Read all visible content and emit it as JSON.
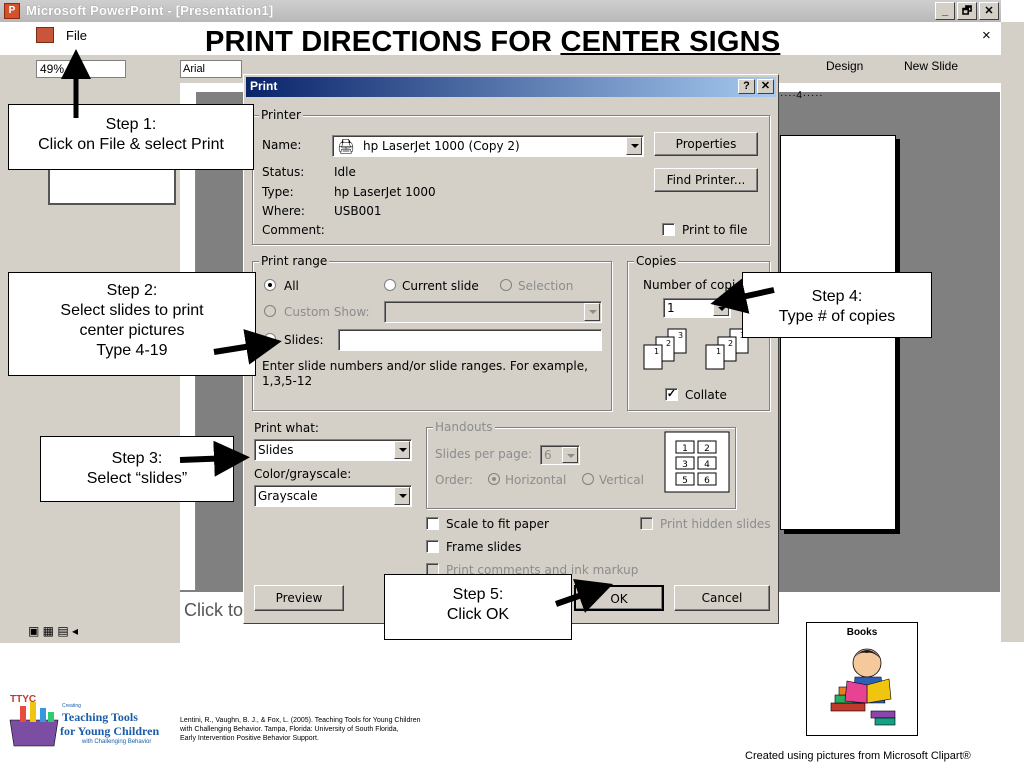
{
  "window": {
    "title": "Microsoft PowerPoint - [Presentation1]",
    "min": "_",
    "restore": "🗗",
    "close": "✕"
  },
  "menu": {
    "file": "File",
    "close": "×"
  },
  "toolbar": {
    "zoom": "49%",
    "font": "Arial",
    "design": "Design",
    "new_slide": "New Slide"
  },
  "headline": {
    "part1": "PRINT DIRECTIONS FOR ",
    "part2": "CENTER SIGNS"
  },
  "notes_placeholder": "Click to",
  "ruler_h": "· · · · 4 · · · · ·",
  "dialog": {
    "title": "Print",
    "help": "?",
    "close": "✕",
    "printer_group": "Printer",
    "name_label": "Name:",
    "name_value": "hp LaserJet 1000 (Copy 2)",
    "status_label": "Status:",
    "status_value": "Idle",
    "type_label": "Type:",
    "type_value": "hp LaserJet 1000",
    "where_label": "Where:",
    "where_value": "USB001",
    "comment_label": "Comment:",
    "properties": "Properties",
    "find_printer": "Find Printer...",
    "print_to_file": "Print to file",
    "range_group": "Print range",
    "all": "All",
    "current_slide": "Current slide",
    "selection": "Selection",
    "custom_show": "Custom Show:",
    "slides": "Slides:",
    "range_hint": "Enter slide numbers and/or slide ranges. For example,",
    "range_example": "1,3,5-12",
    "copies_group": "Copies",
    "num_copies": "Number of copies:",
    "copies_value": "1",
    "collate": "Collate",
    "print_what_label": "Print what:",
    "print_what_value": "Slides",
    "color_label": "Color/grayscale:",
    "color_value": "Grayscale",
    "handouts_group": "Handouts",
    "slides_per_page": "Slides per page:",
    "slides_per_page_value": "6",
    "order": "Order:",
    "horizontal": "Horizontal",
    "vertical": "Vertical",
    "scale": "Scale to fit paper",
    "frame": "Frame slides",
    "comments": "Print comments and ink markup",
    "hidden": "Print hidden slides",
    "preview": "Preview",
    "ok": "OK",
    "cancel": "Cancel",
    "handout_nums": [
      "1",
      "2",
      "3",
      "4",
      "5",
      "6"
    ],
    "collate_nums": [
      "1",
      "2",
      "3",
      "1",
      "2",
      "3"
    ]
  },
  "callouts": {
    "step1": [
      "Step 1:",
      "Click on File &  select Print"
    ],
    "step2": [
      "Step 2:",
      "Select slides to print",
      "center pictures",
      "Type 4-19"
    ],
    "step3": [
      "Step 3:",
      "Select “slides”"
    ],
    "step4": [
      "Step 4:",
      "Type # of copies"
    ],
    "step5": [
      "Step 5:",
      "Click OK"
    ]
  },
  "footer": {
    "books": "Books",
    "credit": "Created using pictures from Microsoft Clipart®",
    "citation": [
      "Lentini, R., Vaughn, B. J., & Fox, L. (2005).  Teaching Tools for Young Children",
      "with Challenging Behavior. Tampa, Florida: University of South Florida,",
      "Early Intervention Positive Behavior Support."
    ],
    "logo_ttyc": "TTYC",
    "logo_creating": "Creating",
    "logo_line1": "Teaching Tools",
    "logo_line2": "for Young Children",
    "logo_line3": "with Challenging Behavior"
  },
  "colors": {
    "title_bar": "#0a246a",
    "dialog_face": "#d4d0c8",
    "logo_blue": "#1a5ea8"
  }
}
